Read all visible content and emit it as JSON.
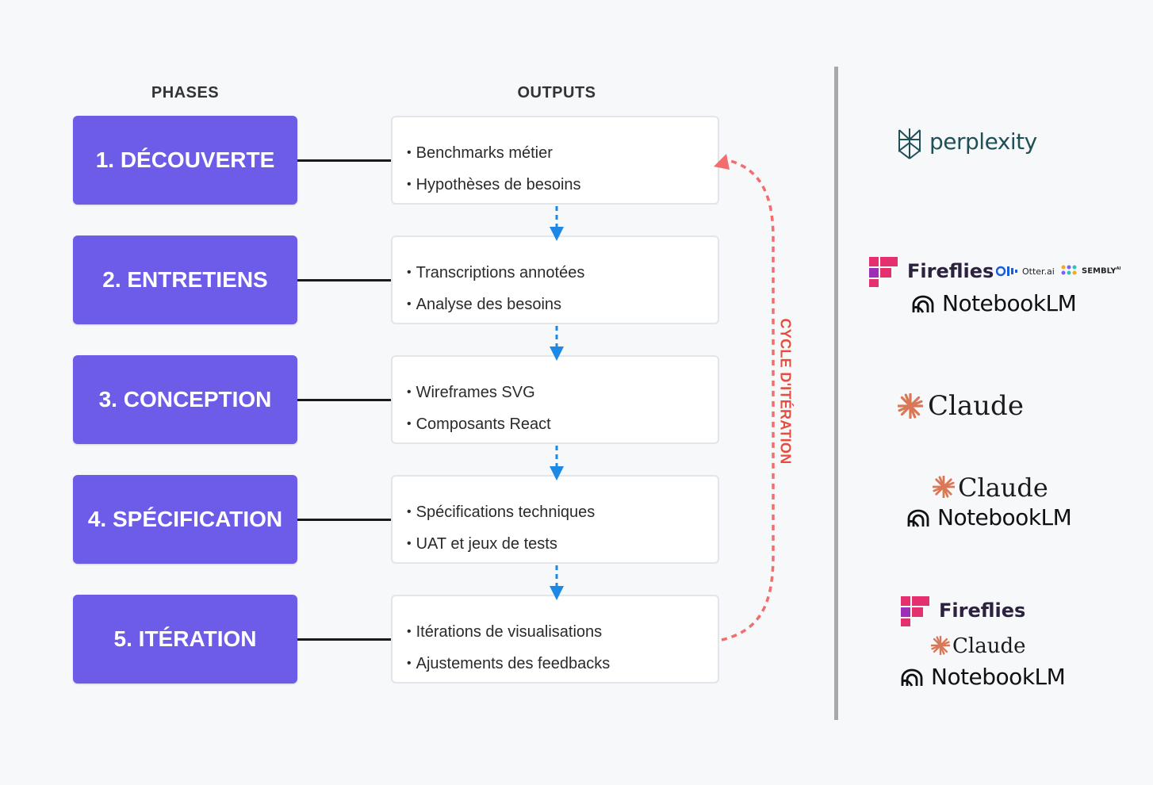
{
  "headers": {
    "phases": "PHASES",
    "outputs": "OUTPUTS"
  },
  "phases": [
    {
      "label": "1. DÉCOUVERTE",
      "outputs": [
        "Benchmarks métier",
        "Hypothèses de besoins"
      ]
    },
    {
      "label": "2. ENTRETIENS",
      "outputs": [
        "Transcriptions annotées",
        "Analyse des besoins"
      ]
    },
    {
      "label": "3. CONCEPTION",
      "outputs": [
        "Wireframes SVG",
        "Composants React"
      ]
    },
    {
      "label": "4. SPÉCIFICATION",
      "outputs": [
        "Spécifications techniques",
        "UAT et jeux de tests"
      ]
    },
    {
      "label": "5. ITÉRATION",
      "outputs": [
        "Itérations de visualisations",
        "Ajustements des feedbacks"
      ]
    }
  ],
  "cycle_label": "CYCLE D'ITÉRATION",
  "tools": {
    "perplexity": "perplexity",
    "fireflies": "Fireflies",
    "otter": "Otter.ai",
    "sembly": "SEMBLY",
    "sembly_sup": "AI",
    "notebooklm": "NotebookLM",
    "claude": "Claude"
  },
  "colors": {
    "phase_bg": "#6c5ce7",
    "arrow_blue": "#1e88e5",
    "cycle_red": "#f26d6d",
    "claude_orange": "#d97757",
    "fireflies_pink": "#e5306f",
    "perplexity_teal": "#1f4f57"
  }
}
